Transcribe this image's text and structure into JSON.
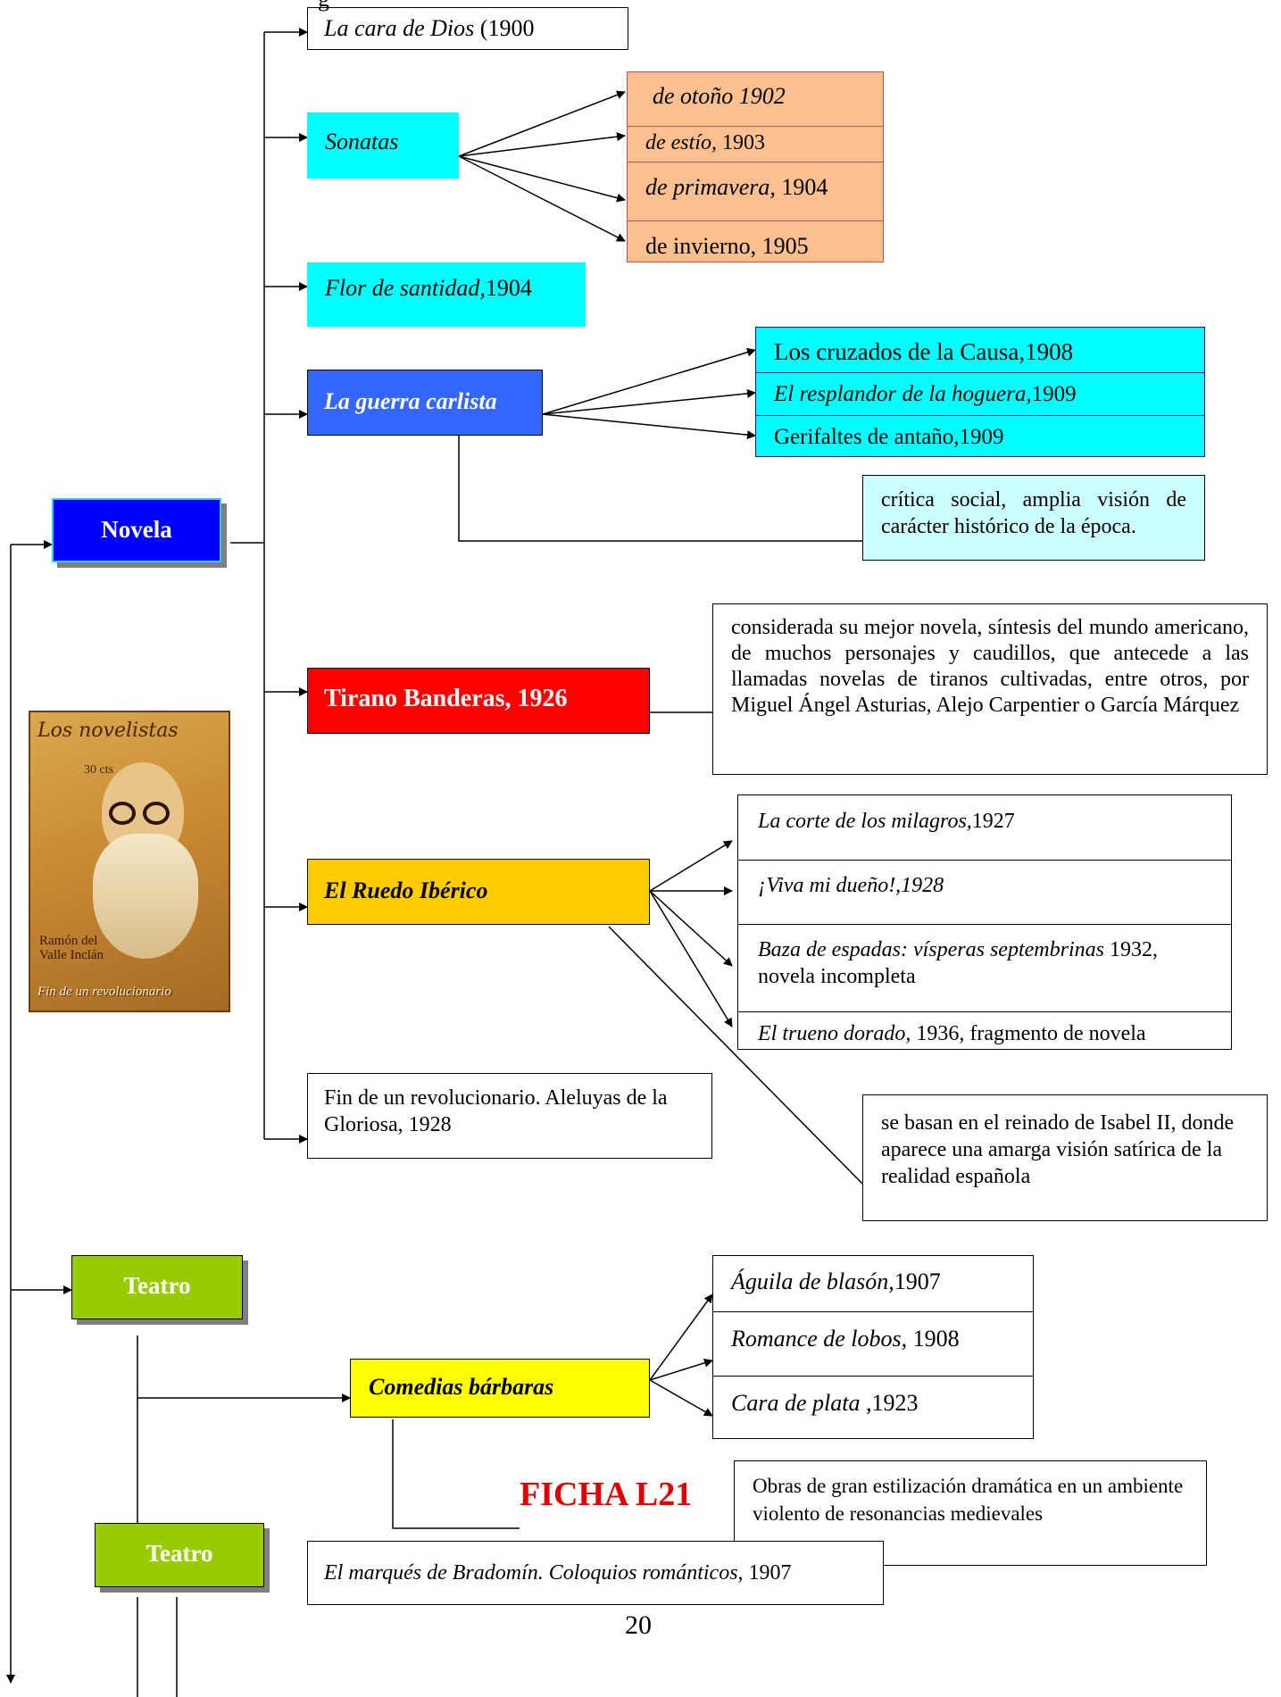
{
  "top_cut": "g",
  "nodes": {
    "novela": "Novela",
    "teatro1": "Teatro",
    "teatro2": "Teatro"
  },
  "novela_branch": {
    "cara_title": "La cara de Dios",
    "cara_year": " (1900",
    "sonatas": "Sonatas",
    "sonata_items": [
      {
        "title": "de otoño 1902",
        "year": ""
      },
      {
        "title": "de estío,",
        "year": " 1903"
      },
      {
        "title": "de primavera,",
        "year": " 1904"
      },
      {
        "title": "",
        "year": "de invierno, 1905"
      }
    ],
    "flor_title": "Flor de santidad,",
    "flor_year": "1904",
    "carlista": "La guerra carlista",
    "carlista_items": [
      {
        "title": "",
        "year": "Los cruzados de la Causa,1908"
      },
      {
        "title": "El resplandor de la hoguera,",
        "year": "1909"
      },
      {
        "title": "",
        "year": "Gerifaltes de antaño,1909"
      }
    ],
    "carlista_note": "crítica social, amplia visión de carácter histórico de la época.",
    "tirano": "Tirano Banderas, 1926",
    "tirano_note": "considerada su mejor novela, síntesis del mundo americano, de muchos personajes y caudillos, que antecede a las llamadas novelas de tiranos cultivadas, entre otros, por Miguel Ángel Asturias, Alejo Carpentier o García Márquez",
    "ruedo": "El Ruedo Ibérico",
    "ruedo_items": [
      {
        "title": "La corte de los milagros,",
        "year": "1927"
      },
      {
        "title": "¡Viva mi dueño!,1928",
        "year": ""
      },
      {
        "title": "Baza de espadas: vísperas septembrinas",
        "year": " 1932, novela incompleta"
      },
      {
        "title": "El trueno dorado,",
        "year": " 1936, fragmento de novela"
      }
    ],
    "ruedo_note": "se basan en el reinado de Isabel II, donde aparece una amarga visión satírica de la realidad española",
    "fin": "Fin de un revolucionario. Aleluyas de la Gloriosa, 1928"
  },
  "book_cover": {
    "top": "Los novelistas",
    "price": "30 cts",
    "author": "Ramón del Valle Inclán",
    "title": "Fin de un revolucionario"
  },
  "teatro_branch": {
    "comedias": "Comedias bárbaras",
    "comedias_items": [
      {
        "title": "Águila de blasón,",
        "year": "1907"
      },
      {
        "title": "Romance de lobos,",
        "year": " 1908"
      },
      {
        "title": "Cara de plata",
        "year": " ,1923"
      }
    ],
    "comedias_note": "Obras de gran estilización dramática en un ambiente violento de resonancias medievales",
    "marques_title": "El marqués de Bradomín. Coloquios románticos,",
    "marques_year": " 1907"
  },
  "ficha": "FICHA L21",
  "page_number": "20",
  "colors": {
    "cyan": "#00ffff",
    "orange": "#fac090",
    "blue": "#3366ff",
    "light_cyan": "#ccffff",
    "red": "#ff0000",
    "gold": "#ffcc00",
    "novela_blue": "#0000ff",
    "green": "#99cc00",
    "yellow": "#ffff00",
    "ficha_red": "#e00000"
  }
}
